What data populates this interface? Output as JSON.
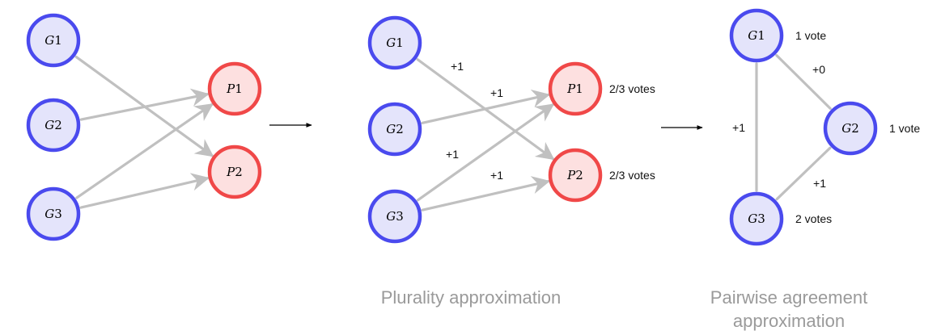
{
  "colors": {
    "g_stroke": "#4a4aee",
    "g_fill": "#e4e4fb",
    "p_stroke": "#f04848",
    "p_fill": "#fde0e0",
    "edge": "#c0c0c0",
    "arrow_main": "#000000",
    "caption": "#9a9a9a"
  },
  "panel1": {
    "nodes": [
      {
        "id": "G1",
        "letter": "G",
        "num": "1",
        "kind": "g"
      },
      {
        "id": "G2",
        "letter": "G",
        "num": "2",
        "kind": "g"
      },
      {
        "id": "G3",
        "letter": "G",
        "num": "3",
        "kind": "g"
      },
      {
        "id": "P1",
        "letter": "P",
        "num": "1",
        "kind": "p"
      },
      {
        "id": "P2",
        "letter": "P",
        "num": "2",
        "kind": "p"
      }
    ],
    "edges": [
      {
        "from": "G1",
        "to": "P2"
      },
      {
        "from": "G2",
        "to": "P1"
      },
      {
        "from": "G3",
        "to": "P1"
      },
      {
        "from": "G3",
        "to": "P2"
      }
    ]
  },
  "panel2": {
    "nodes": [
      {
        "id": "G1",
        "letter": "G",
        "num": "1",
        "kind": "g"
      },
      {
        "id": "G2",
        "letter": "G",
        "num": "2",
        "kind": "g"
      },
      {
        "id": "G3",
        "letter": "G",
        "num": "3",
        "kind": "g"
      },
      {
        "id": "P1",
        "letter": "P",
        "num": "1",
        "kind": "p",
        "votes": "2/3 votes"
      },
      {
        "id": "P2",
        "letter": "P",
        "num": "2",
        "kind": "p",
        "votes": "2/3 votes"
      }
    ],
    "edges": [
      {
        "from": "G1",
        "to": "P2",
        "label": "+1"
      },
      {
        "from": "G2",
        "to": "P1",
        "label": "+1"
      },
      {
        "from": "G3",
        "to": "P1",
        "label": "+1"
      },
      {
        "from": "G3",
        "to": "P2",
        "label": "+1"
      }
    ],
    "caption": "Plurality approximation"
  },
  "panel3": {
    "nodes": [
      {
        "id": "G1",
        "letter": "G",
        "num": "1",
        "kind": "g",
        "votes": "1 vote"
      },
      {
        "id": "G2",
        "letter": "G",
        "num": "2",
        "kind": "g",
        "votes": "1 vote"
      },
      {
        "id": "G3",
        "letter": "G",
        "num": "3",
        "kind": "g",
        "votes": "2 votes"
      }
    ],
    "edges": [
      {
        "from": "G1",
        "to": "G2",
        "label": "+0"
      },
      {
        "from": "G1",
        "to": "G3",
        "label": "+1"
      },
      {
        "from": "G2",
        "to": "G3",
        "label": "+1"
      }
    ],
    "caption_line1": "Pairwise agreement",
    "caption_line2": "approximation"
  }
}
